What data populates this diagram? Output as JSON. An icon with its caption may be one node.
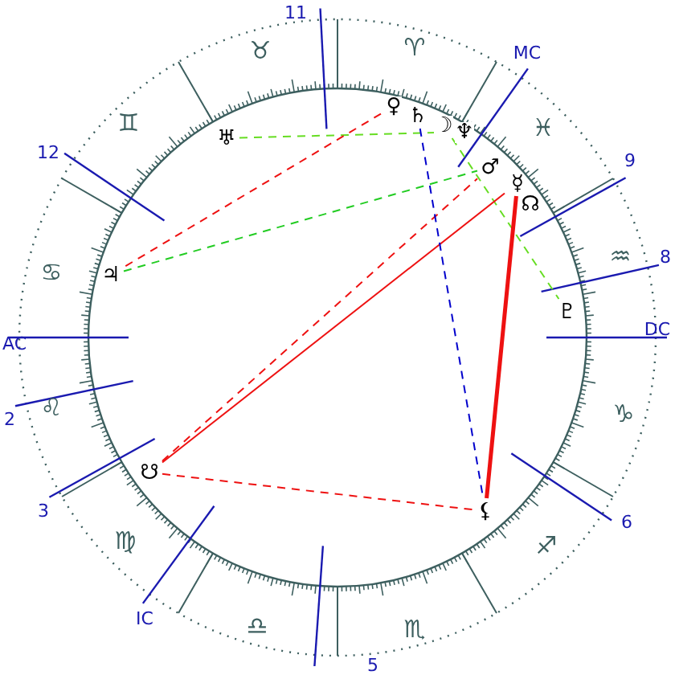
{
  "diagram": {
    "nodes": [
      {
        "text": [
          "♅"
        ]
      },
      {
        "text": [
          "♀"
        ]
      },
      {
        "text": [
          "♄"
        ]
      },
      {
        "text": [
          "☽"
        ]
      },
      {
        "text": [
          "♆"
        ]
      },
      {
        "text": [
          "♂"
        ]
      },
      {
        "text": [
          "☿"
        ]
      },
      {
        "text": [
          "☊"
        ]
      },
      {
        "text": [
          "♇"
        ]
      },
      {
        "text": [
          "♃"
        ]
      },
      {
        "text": [
          "☋"
        ]
      },
      {
        "text": [
          "⚸"
        ]
      }
    ],
    "edges": [
      {
        "from": 0,
        "to": 4,
        "arrow": "none",
        "style": "dashed",
        "color": "#66dd22"
      },
      {
        "from": 3,
        "to": 8,
        "arrow": "none",
        "style": "dashed",
        "color": "#66dd22"
      },
      {
        "from": 1,
        "to": 9,
        "arrow": "none",
        "style": "dashed",
        "color": "#ee1111"
      },
      {
        "from": 9,
        "to": 5,
        "arrow": "none",
        "style": "dashed",
        "color": "#22cc22"
      },
      {
        "from": 10,
        "to": 6,
        "arrow": "none",
        "color": "#ee1111"
      },
      {
        "from": 10,
        "to": 5,
        "arrow": "none",
        "style": "dashed",
        "color": "#ee1111"
      },
      {
        "from": 10,
        "to": 11,
        "arrow": "none",
        "style": "dashed",
        "color": "#ee1111"
      },
      {
        "from": 11,
        "to": 6,
        "arrow": "none",
        "style": "thick",
        "color": "#ee1111"
      },
      {
        "from": 2,
        "to": 11,
        "arrow": "none",
        "style": "dashed",
        "color": "#0000cc"
      }
    ],
    "labels": [
      "11",
      "♉",
      "♈",
      "MC",
      "♊",
      "♓",
      "12",
      "9",
      "♋",
      "♒",
      "8",
      "AC",
      "DC",
      "2",
      "♌",
      "♑",
      "3",
      "♍",
      "6",
      "♐",
      "IC",
      "♎",
      "♏",
      "5"
    ]
  }
}
